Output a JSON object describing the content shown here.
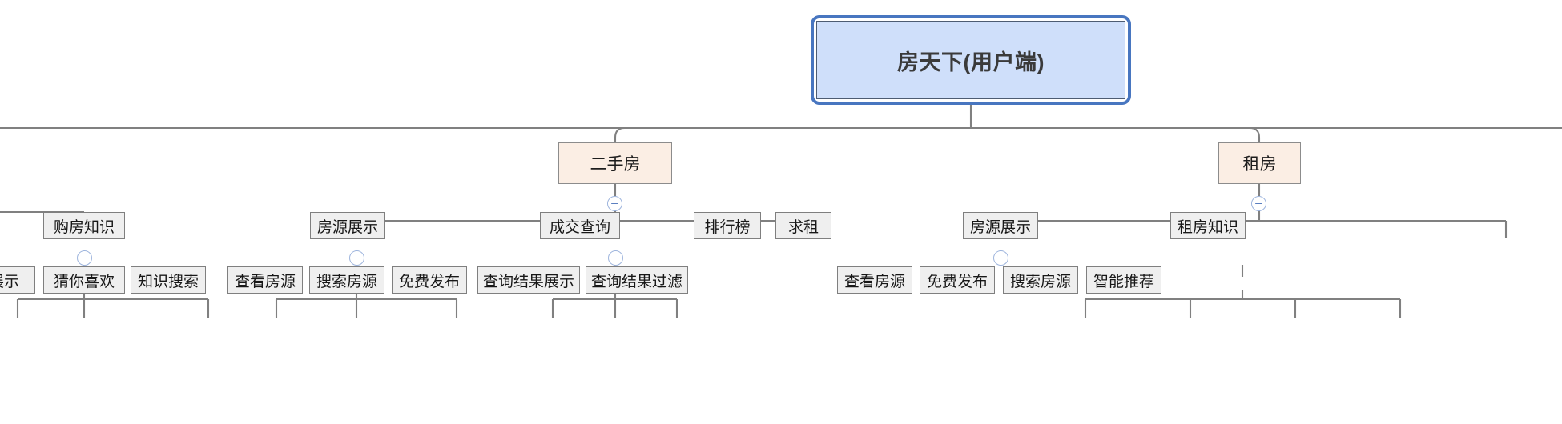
{
  "diagram": {
    "type": "mind-map-tree",
    "title": "房天下(用户端)",
    "orientation": "top-down",
    "colors": {
      "root_fill": "#cfdffa",
      "root_selection_border": "#4876c0",
      "level2_fill": "#fbeee4",
      "leaf_fill": "#efefef",
      "link_stroke": "#808080",
      "toggle_stroke": "#9db4dd",
      "toggle_glyph": "#5b7fc0"
    },
    "root": {
      "label": "房天下(用户端)",
      "selected": true
    },
    "branches": [
      {
        "label": "购房知识",
        "level": 3,
        "truncated_parent": true,
        "collapse_toggle": true,
        "children": [
          {
            "label": "展示",
            "truncated": true
          },
          {
            "label": "猜你喜欢"
          },
          {
            "label": "知识搜索"
          }
        ]
      },
      {
        "label": "二手房",
        "level": 2,
        "collapse_toggle": true,
        "children": [
          {
            "label": "房源展示",
            "collapse_toggle": true,
            "children": [
              {
                "label": "查看房源"
              },
              {
                "label": "搜索房源"
              },
              {
                "label": "免费发布"
              }
            ]
          },
          {
            "label": "成交查询",
            "collapse_toggle": true,
            "children": [
              {
                "label": "查询结果展示"
              },
              {
                "label": "查询结果过滤"
              }
            ]
          },
          {
            "label": "排行榜",
            "collapse_toggle": false,
            "children": []
          }
        ]
      },
      {
        "label": "租房",
        "level": 2,
        "collapse_toggle": true,
        "children": [
          {
            "label": "求租",
            "collapse_toggle": false,
            "children": []
          },
          {
            "label": "房源展示",
            "collapse_toggle": true,
            "children": [
              {
                "label": "查看房源"
              },
              {
                "label": "免费发布"
              },
              {
                "label": "搜索房源"
              },
              {
                "label": "智能推荐"
              }
            ]
          },
          {
            "label": "租房知识",
            "collapse_toggle": false,
            "children": []
          }
        ]
      }
    ],
    "nodes": {
      "root": "房天下(用户端)",
      "ershoufang": "二手房",
      "zufang": "租房",
      "goufangzhishi": "购房知识",
      "zhanshi": "展示",
      "caiNiXihuan": "猜你喜欢",
      "zhishisousuo": "知识搜索",
      "fangyuanzhanshi_a": "房源展示",
      "chakanfangyuan_a": "查看房源",
      "sousuofangyuan_a": "搜索房源",
      "mianfeifabu_a": "免费发布",
      "chengjiaochaxun": "成交查询",
      "chaxunjieguozhanshi": "查询结果展示",
      "chaxunjieguoguolv": "查询结果过滤",
      "paihangbang": "排行榜",
      "qiuzu": "求租",
      "fangyuanzhanshi_b": "房源展示",
      "chakanfangyuan_b": "查看房源",
      "mianfeifabu_b": "免费发布",
      "sousuofangyuan_b": "搜索房源",
      "zhinengtuijian": "智能推荐",
      "zufangzhishi": "租房知识"
    }
  }
}
